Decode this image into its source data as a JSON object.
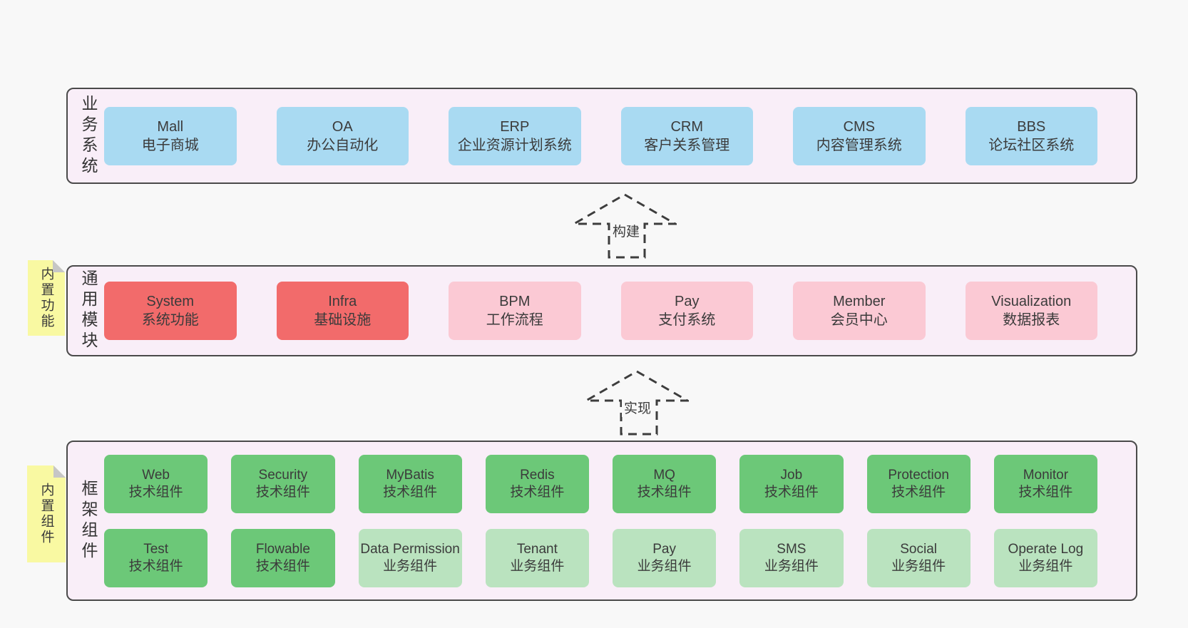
{
  "diagram": {
    "layers": [
      {
        "label": "业务系统",
        "boxes": [
          {
            "name": "Mall",
            "desc": "电子商城",
            "type": "blue"
          },
          {
            "name": "OA",
            "desc": "办公自动化",
            "type": "blue"
          },
          {
            "name": "ERP",
            "desc": "企业资源计划系统",
            "type": "blue"
          },
          {
            "name": "CRM",
            "desc": "客户关系管理",
            "type": "blue"
          },
          {
            "name": "CMS",
            "desc": "内容管理系统",
            "type": "blue"
          },
          {
            "name": "BBS",
            "desc": "论坛社区系统",
            "type": "blue"
          }
        ]
      },
      {
        "label": "通用模块",
        "note": "内置功能",
        "boxes": [
          {
            "name": "System",
            "desc": "系统功能",
            "type": "red"
          },
          {
            "name": "Infra",
            "desc": "基础设施",
            "type": "red"
          },
          {
            "name": "BPM",
            "desc": "工作流程",
            "type": "pink"
          },
          {
            "name": "Pay",
            "desc": "支付系统",
            "type": "pink"
          },
          {
            "name": "Member",
            "desc": "会员中心",
            "type": "pink"
          },
          {
            "name": "Visualization",
            "desc": "数据报表",
            "type": "pink"
          }
        ]
      },
      {
        "label": "框架组件",
        "note": "内置组件",
        "rows": [
          [
            {
              "name": "Web",
              "desc": "技术组件",
              "type": "green"
            },
            {
              "name": "Security",
              "desc": "技术组件",
              "type": "green"
            },
            {
              "name": "MyBatis",
              "desc": "技术组件",
              "type": "green"
            },
            {
              "name": "Redis",
              "desc": "技术组件",
              "type": "green"
            },
            {
              "name": "MQ",
              "desc": "技术组件",
              "type": "green"
            },
            {
              "name": "Job",
              "desc": "技术组件",
              "type": "green"
            },
            {
              "name": "Protection",
              "desc": "技术组件",
              "type": "green"
            },
            {
              "name": "Monitor",
              "desc": "技术组件",
              "type": "green"
            }
          ],
          [
            {
              "name": "Test",
              "desc": "技术组件",
              "type": "green"
            },
            {
              "name": "Flowable",
              "desc": "技术组件",
              "type": "green"
            },
            {
              "name": "Data Permission",
              "desc": "业务组件",
              "type": "lightgreen"
            },
            {
              "name": "Tenant",
              "desc": "业务组件",
              "type": "lightgreen"
            },
            {
              "name": "Pay",
              "desc": "业务组件",
              "type": "lightgreen"
            },
            {
              "name": "SMS",
              "desc": "业务组件",
              "type": "lightgreen"
            },
            {
              "name": "Social",
              "desc": "业务组件",
              "type": "lightgreen"
            },
            {
              "name": "Operate Log",
              "desc": "业务组件",
              "type": "lightgreen"
            }
          ]
        ]
      }
    ],
    "arrows": [
      {
        "label": "构建"
      },
      {
        "label": "实现"
      }
    ],
    "colors": {
      "page_background": "#f8f8f8",
      "layer_background": "#f9eef8",
      "layer_border": "#4a4a4a",
      "blue_box": "#a9daf2",
      "red_box": "#f26b6b",
      "pink_box": "#fbc9d4",
      "green_box": "#6cc878",
      "lightgreen_box": "#bae3bf",
      "note_yellow": "#f9f9a2",
      "note_fold": "#c6c6c6",
      "text": "#3b3b3b"
    }
  }
}
